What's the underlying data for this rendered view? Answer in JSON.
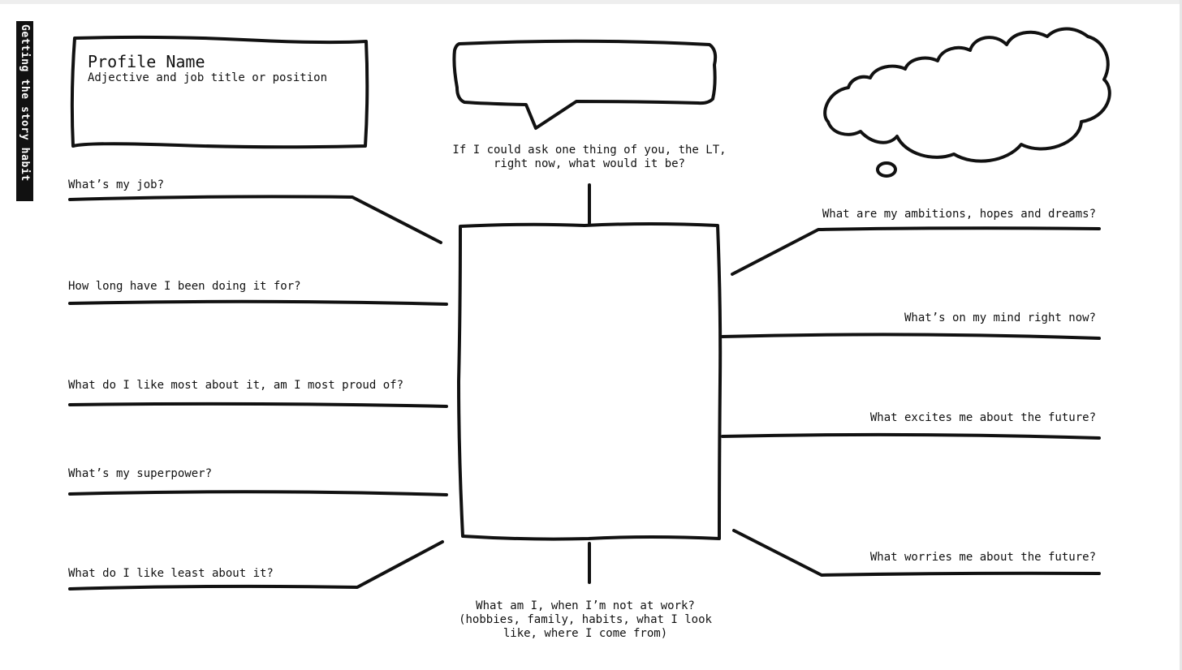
{
  "side_tag": "Getting the story habit",
  "profile": {
    "name": "Profile Name",
    "subtitle": "Adjective and job title or position"
  },
  "center": {
    "top_question": "If I could ask one thing of you, the LT,\nright now, what would it be?",
    "bottom_question": "What am I, when I’m not at work?\n(hobbies, family, habits, what I look\nlike, where I come from)"
  },
  "left_questions": [
    "What’s my job?",
    "How long have I been doing it for?",
    "What do I like most about it, am I most proud of?",
    "What’s my superpower?",
    "What do I like least about it?"
  ],
  "right_questions": [
    "What are my ambitions, hopes and dreams?",
    "What’s on my mind right now?",
    "What excites me about the future?",
    "What worries me about the future?"
  ],
  "colors": {
    "ink": "#111111",
    "background": "#ffffff",
    "tag_text": "#ffffff"
  }
}
